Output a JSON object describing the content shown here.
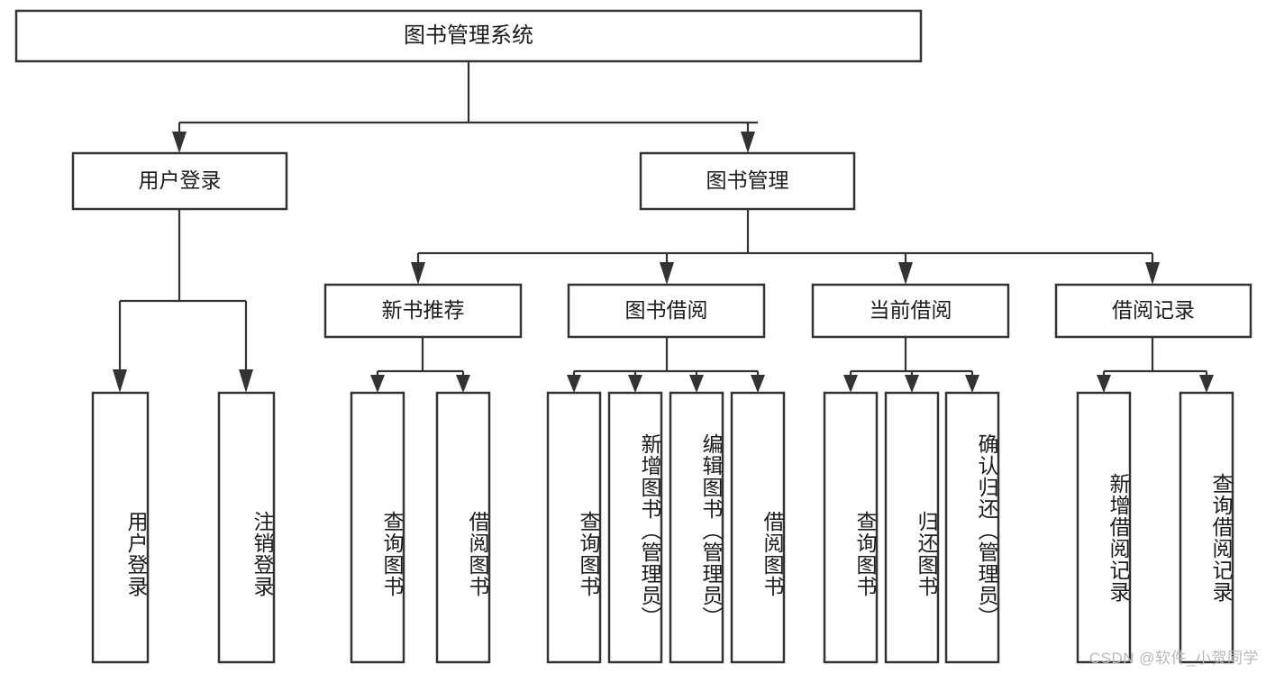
{
  "diagram": {
    "title": "图书管理系统",
    "type": "tree-hierarchy-diagram",
    "colors": {
      "box_stroke": "#333333",
      "box_fill": "#ffffff",
      "line": "#333333",
      "text": "#1b1b1b",
      "watermark": "#b9b9b9",
      "background": "#ffffff"
    },
    "root": {
      "label": "图书管理系统"
    },
    "level2": [
      {
        "label": "用户登录"
      },
      {
        "label": "图书管理"
      }
    ],
    "level3": [
      {
        "label": "新书推荐"
      },
      {
        "label": "图书借阅"
      },
      {
        "label": "当前借阅"
      },
      {
        "label": "借阅记录"
      }
    ],
    "leaves": {
      "user_login": [
        {
          "label": "用户登录"
        },
        {
          "label": "注销登录"
        }
      ],
      "new_book_recommend": [
        {
          "label": "查询图书"
        },
        {
          "label": "借阅图书"
        }
      ],
      "book_borrow": [
        {
          "label": "查询图书"
        },
        {
          "label": "新增图书（管理员）"
        },
        {
          "label": "编辑图书（管理员）"
        },
        {
          "label": "借阅图书"
        }
      ],
      "current_borrow": [
        {
          "label": "查询图书"
        },
        {
          "label": "归还图书"
        },
        {
          "label": "确认归还（管理员）"
        }
      ],
      "borrow_record": [
        {
          "label": "新增借阅记录"
        },
        {
          "label": "查询借阅记录"
        }
      ]
    },
    "watermark": "CSDN @软件_小贺同学"
  }
}
